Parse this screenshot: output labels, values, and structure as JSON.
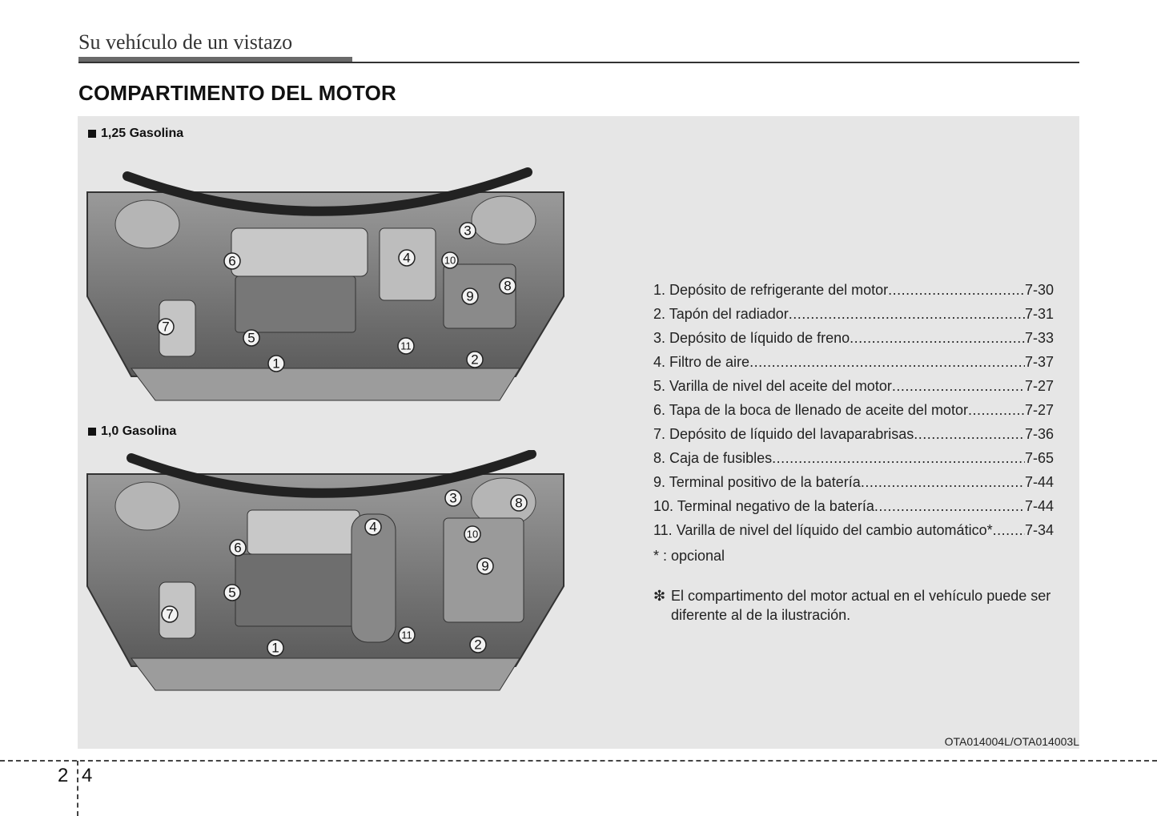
{
  "header": {
    "running_title": "Su vehículo de un vistazo"
  },
  "section": {
    "title": "COMPARTIMENTO DEL MOTOR"
  },
  "figures": [
    {
      "label": "1,25 Gasolina",
      "callouts": [
        "1",
        "2",
        "3",
        "4",
        "5",
        "6",
        "7",
        "8",
        "9",
        "10",
        "11"
      ]
    },
    {
      "label": "1,0 Gasolina",
      "callouts": [
        "1",
        "2",
        "3",
        "4",
        "5",
        "6",
        "7",
        "8",
        "9",
        "10",
        "11"
      ]
    }
  ],
  "legend": {
    "items": [
      {
        "text": "1. Depósito de refrigerante del motor ",
        "page": "7-30"
      },
      {
        "text": "2. Tapón del radiador ",
        "page": "7-31"
      },
      {
        "text": "3. Depósito de líquido de freno",
        "page": "7-33"
      },
      {
        "text": "4. Filtro de aire ",
        "page": "7-37"
      },
      {
        "text": "5. Varilla de nivel del aceite del motor ",
        "page": "7-27"
      },
      {
        "text": "6. Tapa de la boca de llenado de aceite del motor",
        "page": "7-27"
      },
      {
        "text": "7. Depósito de líquido del lavaparabrisas",
        "page": "7-36"
      },
      {
        "text": "8. Caja de fusibles",
        "page": "7-65"
      },
      {
        "text": "9. Terminal positivo de la batería ",
        "page": "7-44"
      },
      {
        "text": "10. Terminal negativo de la batería",
        "page": "7-44"
      },
      {
        "text": "11. Varilla de nivel del líquido del cambio automático*",
        "page": "7-34"
      }
    ],
    "optional_note": "* : opcional",
    "note_mark": "❇",
    "note_text": "El compartimento del motor actual en el vehículo puede ser diferente al de la ilustración."
  },
  "image_code": "OTA014004L/OTA014003L",
  "page_number": {
    "chapter": "2",
    "page": "4"
  }
}
